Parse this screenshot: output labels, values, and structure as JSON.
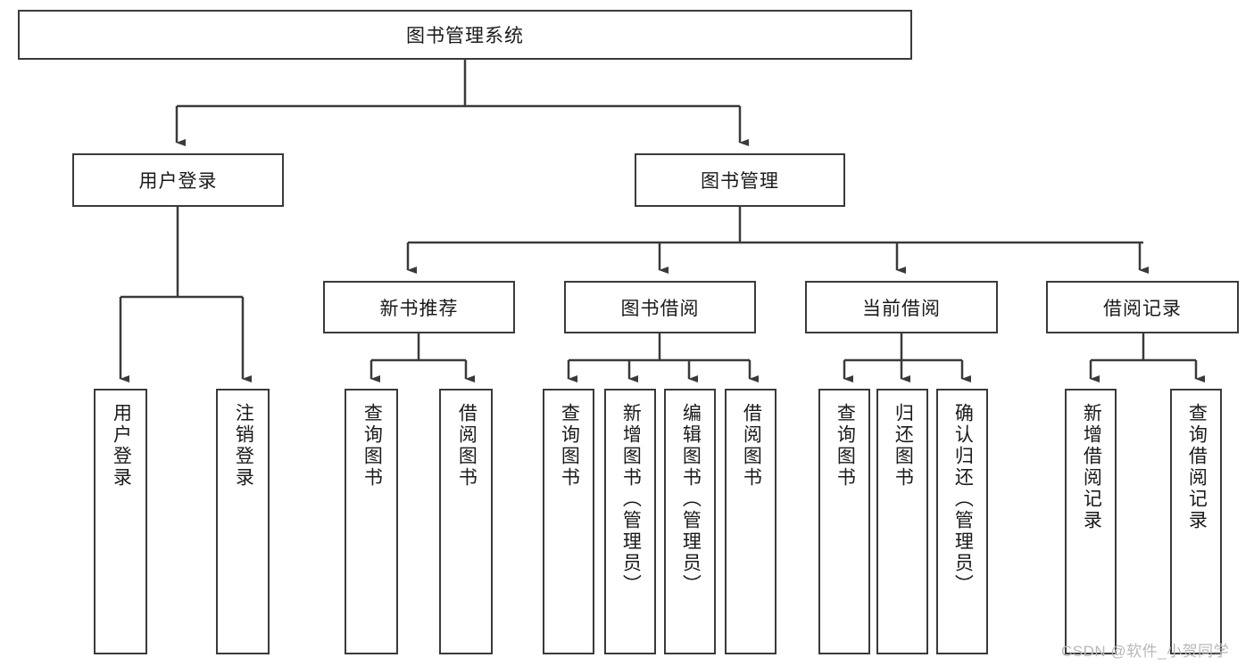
{
  "diagram": {
    "type": "tree",
    "orientation": "top-down",
    "root": {
      "label": "图书管理系统"
    },
    "level2": [
      {
        "label": "用户登录"
      },
      {
        "label": "图书管理"
      }
    ],
    "level3": [
      {
        "label": "新书推荐"
      },
      {
        "label": "图书借阅"
      },
      {
        "label": "当前借阅"
      },
      {
        "label": "借阅记录"
      }
    ],
    "leaves": {
      "user_login": [
        {
          "label": "用户登录"
        },
        {
          "label": "注销登录"
        }
      ],
      "new_book_recommend": [
        {
          "label": "查询图书"
        },
        {
          "label": "借阅图书"
        }
      ],
      "book_borrow": [
        {
          "label": "查询图书"
        },
        {
          "label": "新增图书（管理员）"
        },
        {
          "label": "编辑图书（管理员）"
        },
        {
          "label": "借阅图书"
        }
      ],
      "current_borrow": [
        {
          "label": "查询图书"
        },
        {
          "label": "归还图书"
        },
        {
          "label": "确认归还（管理员）"
        }
      ],
      "borrow_record": [
        {
          "label": "新增借阅记录"
        },
        {
          "label": "查询借阅记录"
        }
      ]
    }
  },
  "watermark": {
    "text": "CSDN @软件_小贺同学"
  },
  "colors": {
    "border": "#3a3a3a",
    "text": "#1a1a1a",
    "background": "#ffffff",
    "watermark": "#b8b8b8"
  }
}
